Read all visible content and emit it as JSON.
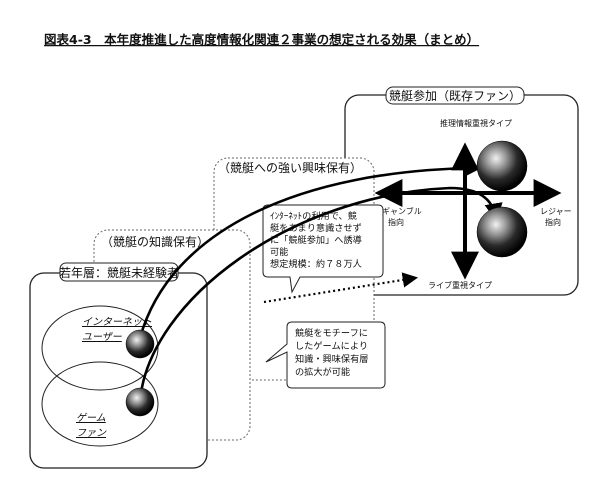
{
  "title": "図表4-3　本年度推進した高度情報化関連２事業の想定される効果（まとめ）",
  "panels": {
    "young": {
      "label": "若年層：競艇未経験者"
    },
    "knowledge": {
      "label": "（競艇の知識保有）"
    },
    "interest": {
      "label": "（競艇への強い興味保有）"
    },
    "participation": {
      "label": "競艇参加（既存ファン）"
    }
  },
  "groups": {
    "internet": {
      "line1": "インターネット",
      "line2": "ユーザー"
    },
    "game": {
      "line1": "ゲーム",
      "line2": "ファン"
    }
  },
  "axes": {
    "top": "推理情報重視タイプ",
    "bottom": "ライブ重視タイプ",
    "left_line1": "ギャンブル",
    "left_line2": "指向",
    "right_line1": "レジャー",
    "right_line2": "指向"
  },
  "callout_internet": {
    "line1": "ｲﾝﾀｰﾈｯﾄの利用で、競",
    "line2": "艇をあまり意識させず",
    "line3": "に「競艇参加」へ誘導",
    "line4": "可能",
    "line5": "想定規模：約７８万人"
  },
  "callout_game": {
    "line1": "競艇をモチーフに",
    "line2": "したゲームにより",
    "line3": "知識・興味保有層",
    "line4": "の拡大が可能"
  }
}
